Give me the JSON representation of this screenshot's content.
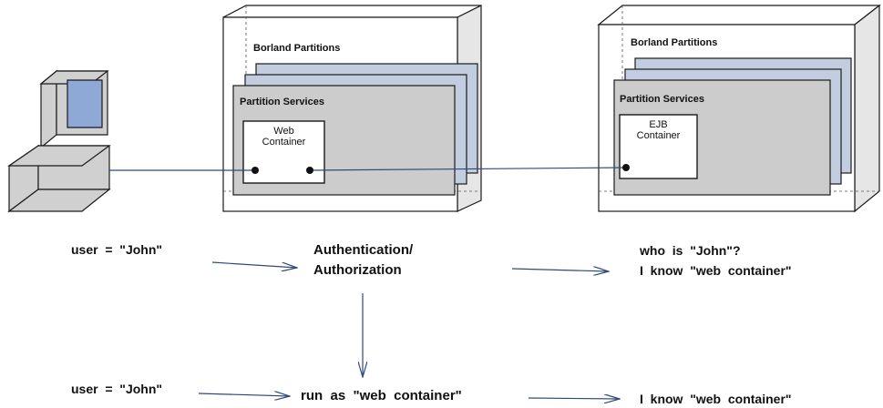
{
  "colors": {
    "outline": "#1a1a1a",
    "box_face": "#ffffff",
    "box_side": "#e6e6e6",
    "partition_blue": "#c3cde0",
    "services_gray": "#cccccc",
    "container_white": "#ffffff",
    "screen_blue": "#8fa9d6",
    "computer_gray": "#d0d0d0",
    "line_blue": "#2f4a78"
  },
  "left_server": {
    "partitions_label": "Borland Partitions",
    "services_label": "Partition Services",
    "container_line1": "Web",
    "container_line2": "Container"
  },
  "right_server": {
    "partitions_label": "Borland Partitions",
    "services_label": "Partition Services",
    "container_line1": "EJB",
    "container_line2": "Container"
  },
  "flow": {
    "row1_user": "user  =  \"John\"",
    "auth_line1": "Authentication/",
    "auth_line2": "Authorization",
    "who_line1": "who  is  \"John\"?",
    "who_line2": "I  know  \"web  container\"",
    "row2_user": "user  =  \"John\"",
    "run_as": "run  as  \"web  container\"",
    "row2_know": "I  know  \"web  container\""
  }
}
